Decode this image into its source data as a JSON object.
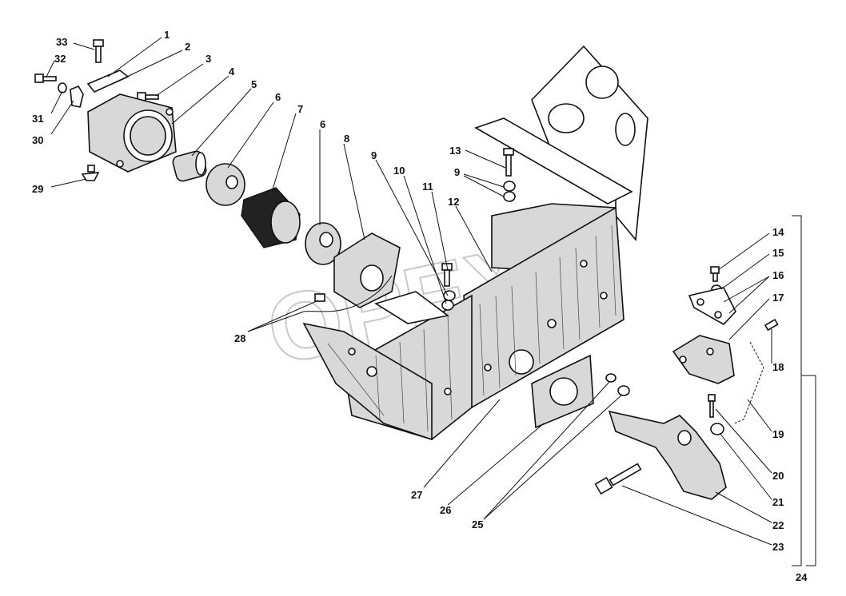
{
  "diagram": {
    "watermark": "OPEX",
    "callouts": [
      {
        "id": "c1",
        "text": "1"
      },
      {
        "id": "c2",
        "text": "2"
      },
      {
        "id": "c3",
        "text": "3"
      },
      {
        "id": "c4",
        "text": "4"
      },
      {
        "id": "c5",
        "text": "5"
      },
      {
        "id": "c6a",
        "text": "6"
      },
      {
        "id": "c7",
        "text": "7"
      },
      {
        "id": "c6b",
        "text": "6"
      },
      {
        "id": "c8",
        "text": "8"
      },
      {
        "id": "c9a",
        "text": "9"
      },
      {
        "id": "c10",
        "text": "10"
      },
      {
        "id": "c11",
        "text": "11"
      },
      {
        "id": "c12",
        "text": "12"
      },
      {
        "id": "c13",
        "text": "13"
      },
      {
        "id": "c9b",
        "text": "9"
      },
      {
        "id": "c14",
        "text": "14"
      },
      {
        "id": "c15",
        "text": "15"
      },
      {
        "id": "c16",
        "text": "16"
      },
      {
        "id": "c17",
        "text": "17"
      },
      {
        "id": "c18",
        "text": "18"
      },
      {
        "id": "c19",
        "text": "19"
      },
      {
        "id": "c20",
        "text": "20"
      },
      {
        "id": "c21",
        "text": "21"
      },
      {
        "id": "c22",
        "text": "22"
      },
      {
        "id": "c23",
        "text": "23"
      },
      {
        "id": "c24",
        "text": "24"
      },
      {
        "id": "c25",
        "text": "25"
      },
      {
        "id": "c26",
        "text": "26"
      },
      {
        "id": "c27",
        "text": "27"
      },
      {
        "id": "c28",
        "text": "28"
      },
      {
        "id": "c29",
        "text": "29"
      },
      {
        "id": "c30",
        "text": "30"
      },
      {
        "id": "c31",
        "text": "31"
      },
      {
        "id": "c32",
        "text": "32"
      },
      {
        "id": "c33",
        "text": "33"
      }
    ]
  }
}
